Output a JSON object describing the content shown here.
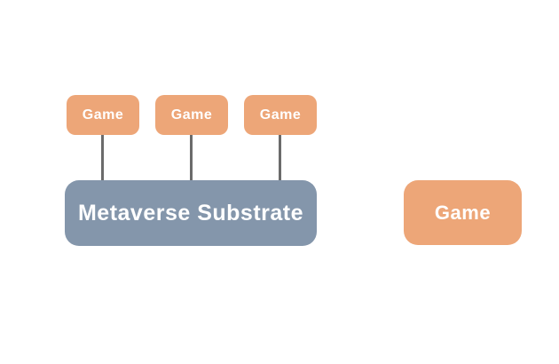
{
  "diagram": {
    "colors": {
      "background": "#FFFFFF",
      "game_fill": "#EDA678",
      "substrate_fill": "#8496AB",
      "connector": "#6B6B6B",
      "label_text": "#FFFFFF"
    },
    "games": [
      {
        "label": "Game"
      },
      {
        "label": "Game"
      },
      {
        "label": "Game"
      }
    ],
    "substrate": {
      "label": "Metaverse Substrate"
    },
    "standalone_game": {
      "label": "Game"
    }
  }
}
